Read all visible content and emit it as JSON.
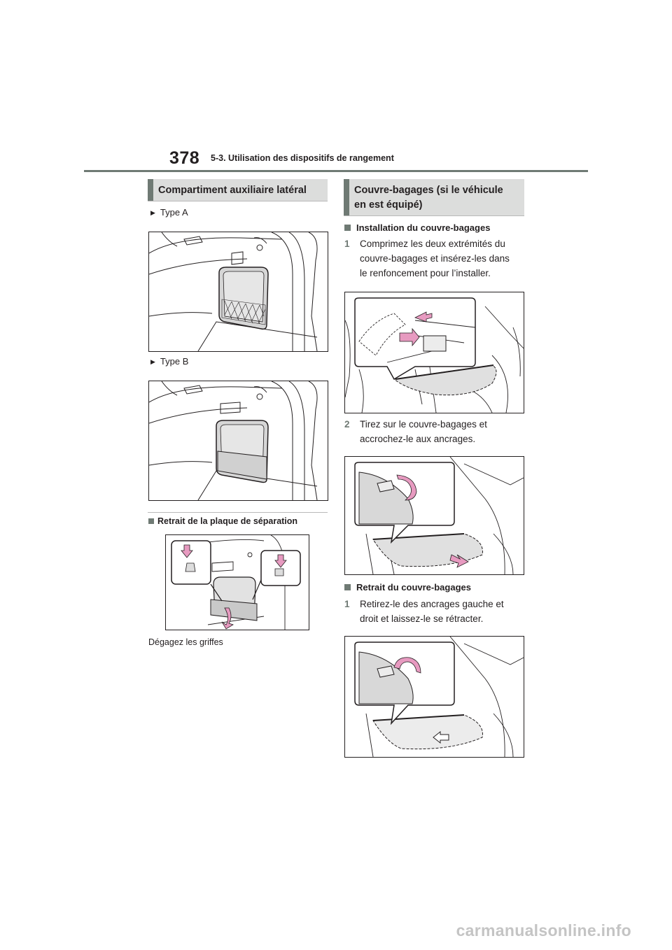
{
  "header": {
    "page_number": "378",
    "title": "5-3. Utilisation des dispositifs de rangement"
  },
  "left": {
    "heading": "Compartiment auxiliaire latéral",
    "type_a": "Type A",
    "type_b": "Type B",
    "removal_heading": "Retrait de la plaque de séparation",
    "caption": "Dégagez les griffes"
  },
  "right": {
    "heading_line1": "Couvre-bagages (si le véhicule",
    "heading_line2": "en est équipé)",
    "install_heading": "Installation du couvre-bagages",
    "removal_heading": "Retrait du couvre-bagages",
    "steps_install": [
      {
        "num": "1",
        "text": "Comprimez les deux extrémités du couvre-bagages et insérez-les dans le renfoncement pour l’installer."
      },
      {
        "num": "2",
        "text": "Tirez sur le couvre-bagages et accrochez-le aux ancrages."
      }
    ],
    "steps_remove": [
      {
        "num": "1",
        "text": "Retirez-le des ancrages gauche et droit et laissez-le se rétracter."
      }
    ]
  },
  "colors": {
    "accent": "#6f7a74",
    "heading_bg": "#dcdddc",
    "arrow_pink": "#e79ac0"
  },
  "icons": [
    "triangle-bullet-icon",
    "square-bullet-icon",
    "arrow-icon"
  ],
  "watermark": "carmanualsonline.info"
}
